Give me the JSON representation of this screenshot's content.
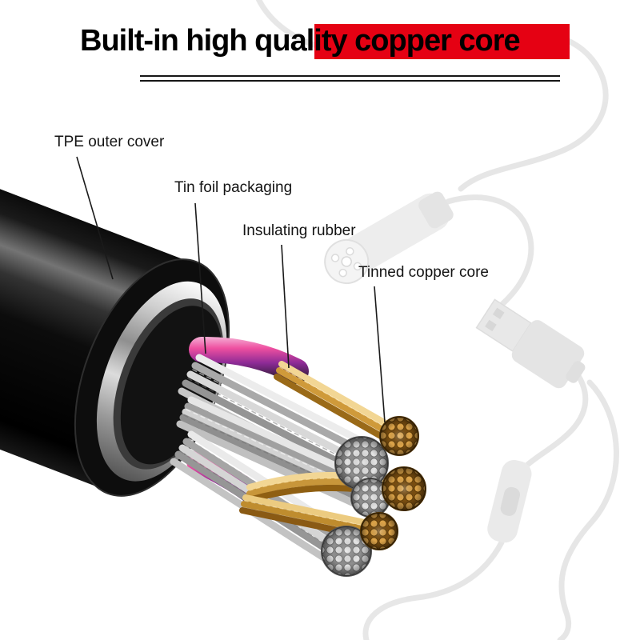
{
  "title": {
    "text": "Built-in high quality copper core",
    "highlight_color": "#e50113"
  },
  "callouts": [
    {
      "id": "tpe-outer-cover",
      "label": "TPE outer cover"
    },
    {
      "id": "tin-foil-packaging",
      "label": "Tin foil packaging"
    },
    {
      "id": "insulating-rubber",
      "label": "Insulating rubber"
    },
    {
      "id": "tinned-copper-core",
      "label": "Tinned copper core"
    }
  ],
  "colors": {
    "cable_black": "#0d0d0d",
    "foil_silver": "#c9c9c9",
    "rubber_pink": "#e8459a",
    "copper_gold": "#c8963a",
    "ghost_gray": "#dadada"
  }
}
